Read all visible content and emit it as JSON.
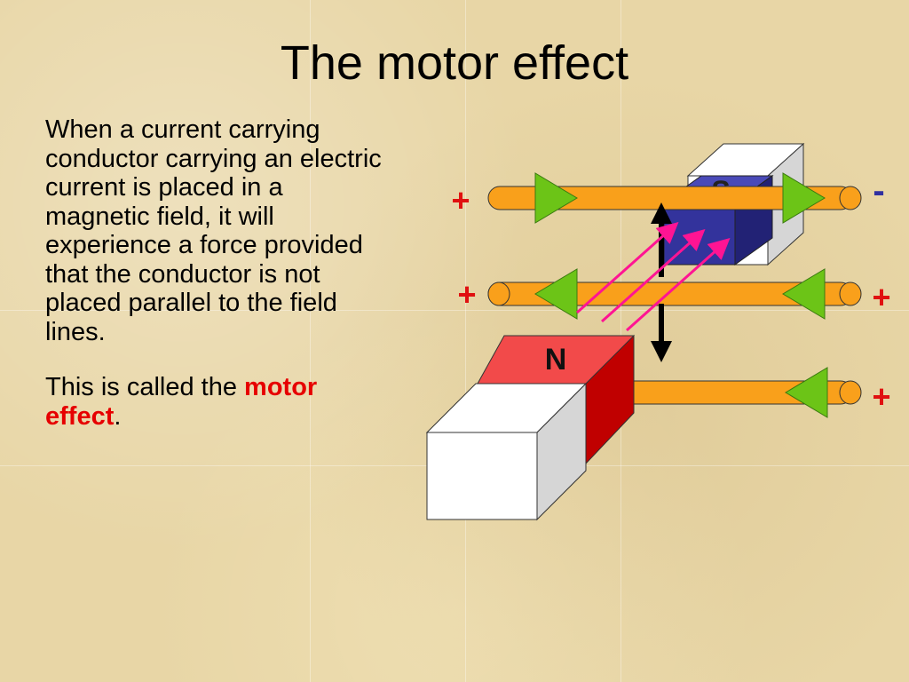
{
  "slide": {
    "title": "The motor effect",
    "paragraph1": "When a current carrying conductor carrying an electric current is placed in a magnetic field, it will experience a force provided that the conductor is not placed parallel to the field lines.",
    "paragraph2_prefix": "This is called the ",
    "paragraph2_highlight_1": "motor",
    "paragraph2_highlight_2": "effect",
    "paragraph2_suffix": "."
  },
  "diagram": {
    "magnet_north_label": "N",
    "magnet_south_label": "S",
    "terminal_top_left": "+",
    "terminal_top_right": "-",
    "terminal_middle_left": "+",
    "terminal_middle_right": "+",
    "terminal_bottom_right": "+",
    "colors": {
      "rod": "#f9a01b",
      "arrow": "#6cc417",
      "north_pole": "#e8222a",
      "south_pole": "#33339c",
      "field_line": "#ff1493",
      "terminal_plus": "#e01010",
      "terminal_minus": "#3030a0"
    }
  }
}
